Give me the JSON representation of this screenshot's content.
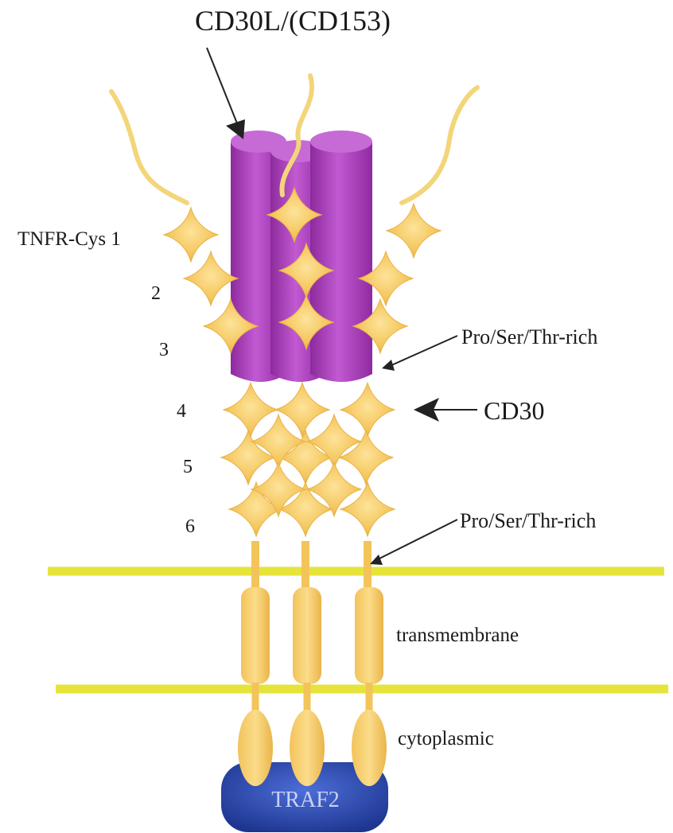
{
  "diagram": {
    "title": "CD30L/(CD153)",
    "labels": {
      "tnfr_cys_1": "TNFR-Cys 1",
      "domain_2": "2",
      "domain_3": "3",
      "domain_4": "4",
      "domain_5": "5",
      "domain_6": "6",
      "pro_ser_thr_upper": "Pro/Ser/Thr-rich",
      "cd30": "CD30",
      "pro_ser_thr_lower": "Pro/Ser/Thr-rich",
      "transmembrane": "transmembrane",
      "cytoplasmic": "cytoplasmic",
      "traf2": "TRAF2"
    },
    "colors": {
      "ligand": "#b03cc0",
      "receptor": "#f3c45a",
      "membrane": "#e6e33a",
      "traf2": "#2a47a8"
    }
  }
}
